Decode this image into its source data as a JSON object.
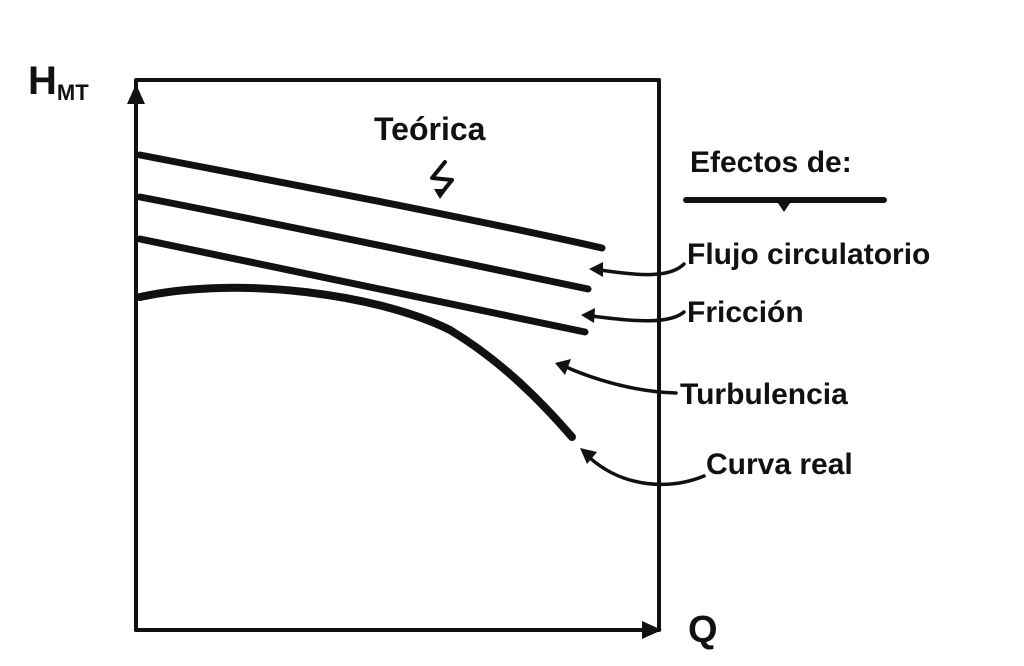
{
  "axes": {
    "y_label_main": "H",
    "y_label_sub": "MT",
    "x_label": "Q"
  },
  "curves": {
    "theoretical_label": "Teórica",
    "legend_title": "Efectos de:",
    "effects": [
      "Flujo circulatorio",
      "Fricción",
      "Turbulencia",
      "Curva real"
    ]
  },
  "colors": {
    "ink": "#111111",
    "background": "#ffffff"
  }
}
